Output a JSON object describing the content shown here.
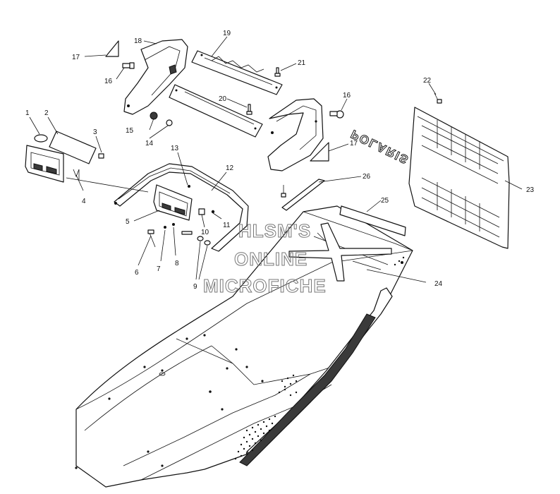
{
  "watermark": {
    "line1": "HLSM'S",
    "line2": "ONLINE",
    "line3": "MICROFICHE"
  },
  "flap_logo": "POLARIS",
  "callouts": [
    "1",
    "2",
    "3",
    "4",
    "5",
    "6",
    "7",
    "8",
    "9",
    "10",
    "11",
    "12",
    "13",
    "14",
    "15",
    "16",
    "16",
    "17",
    "17",
    "18",
    "19",
    "20",
    "21",
    "22",
    "23",
    "24",
    "25",
    "26"
  ]
}
